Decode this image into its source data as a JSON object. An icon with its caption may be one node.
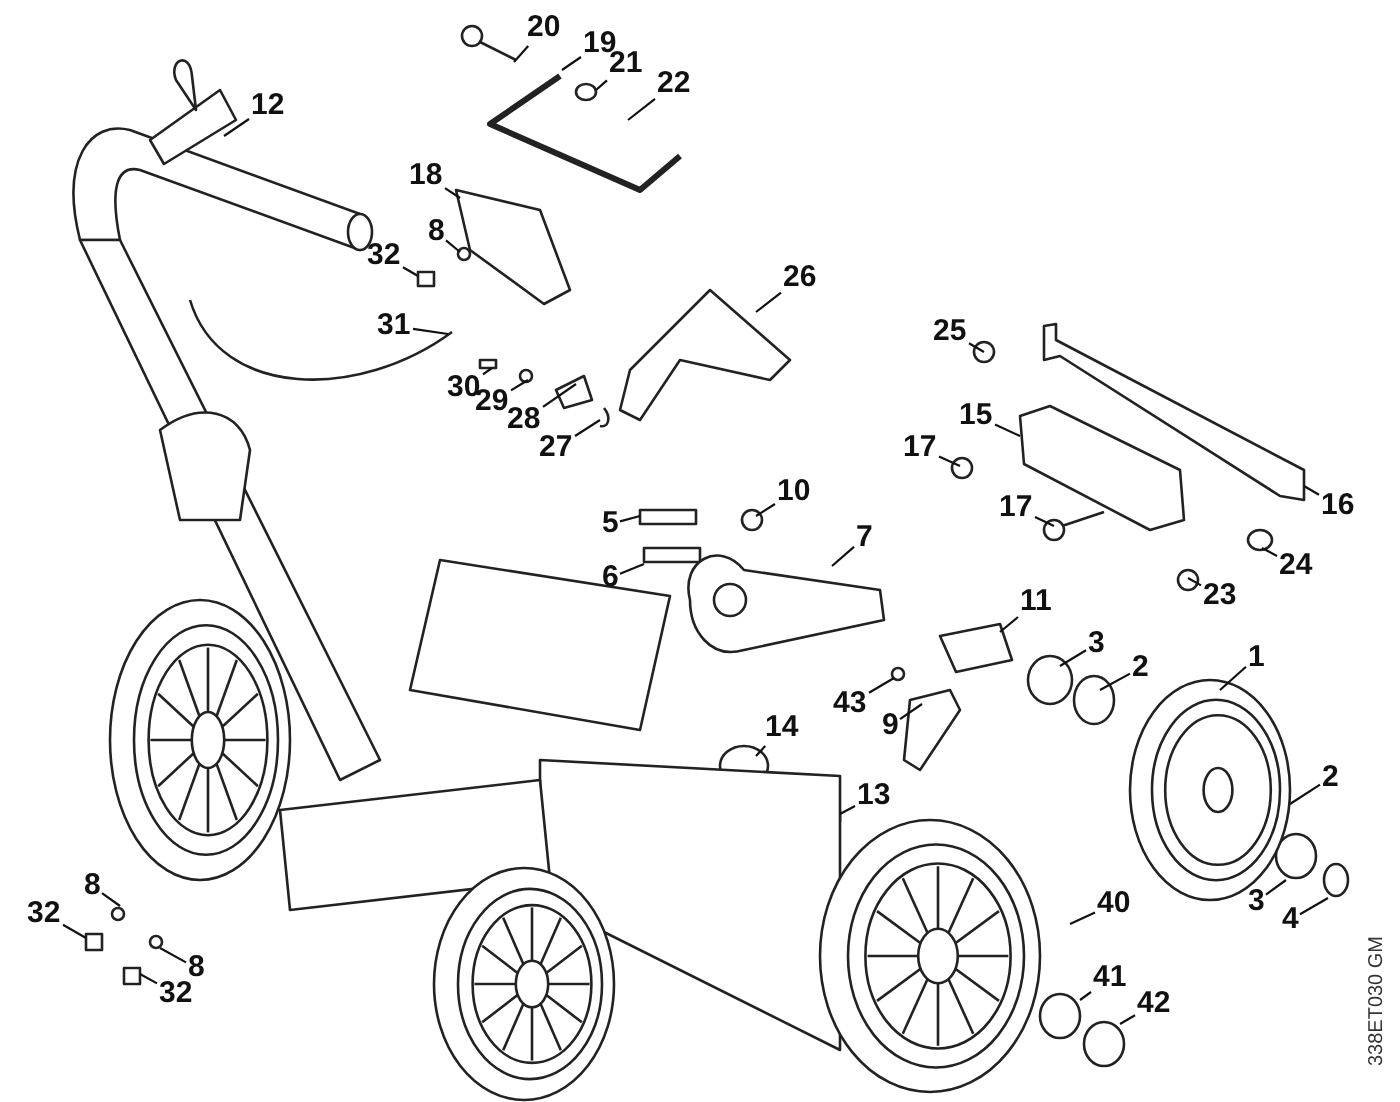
{
  "diagram": {
    "nodes": [
      {
        "text": [
          "20"
        ]
      },
      {
        "text": [
          "19"
        ]
      },
      {
        "text": [
          "21"
        ]
      },
      {
        "text": [
          "22"
        ]
      },
      {
        "text": [
          "12"
        ]
      },
      {
        "text": [
          "18"
        ]
      },
      {
        "text": [
          "32"
        ]
      },
      {
        "text": [
          "8"
        ]
      },
      {
        "text": [
          "26"
        ]
      },
      {
        "text": [
          "31"
        ]
      },
      {
        "text": [
          "25"
        ]
      },
      {
        "text": [
          "30"
        ]
      },
      {
        "text": [
          "29"
        ]
      },
      {
        "text": [
          "28"
        ]
      },
      {
        "text": [
          "27"
        ]
      },
      {
        "text": [
          "15"
        ]
      },
      {
        "text": [
          "17"
        ]
      },
      {
        "text": [
          "10"
        ]
      },
      {
        "text": [
          "5"
        ]
      },
      {
        "text": [
          "16"
        ]
      },
      {
        "text": [
          "17"
        ]
      },
      {
        "text": [
          "7"
        ]
      },
      {
        "text": [
          "6"
        ]
      },
      {
        "text": [
          "24"
        ]
      },
      {
        "text": [
          "23"
        ]
      },
      {
        "text": [
          "11"
        ]
      },
      {
        "text": [
          "3"
        ]
      },
      {
        "text": [
          "1"
        ]
      },
      {
        "text": [
          "2"
        ]
      },
      {
        "text": [
          "43"
        ]
      },
      {
        "text": [
          "9"
        ]
      },
      {
        "text": [
          "14"
        ]
      },
      {
        "text": [
          "2"
        ]
      },
      {
        "text": [
          "13"
        ]
      },
      {
        "text": [
          "8"
        ]
      },
      {
        "text": [
          "32"
        ]
      },
      {
        "text": [
          "3"
        ]
      },
      {
        "text": [
          "40"
        ]
      },
      {
        "text": [
          "4"
        ]
      },
      {
        "text": [
          "8"
        ]
      },
      {
        "text": [
          "32"
        ]
      },
      {
        "text": [
          "41"
        ]
      },
      {
        "text": [
          "42"
        ]
      }
    ],
    "edges": [
      {
        "from": 0,
        "to": null,
        "arrow": "none"
      },
      {
        "from": 1,
        "to": null,
        "arrow": "none"
      },
      {
        "from": 2,
        "to": null,
        "arrow": "none"
      },
      {
        "from": 3,
        "to": null,
        "arrow": "none"
      },
      {
        "from": 4,
        "to": null,
        "arrow": "none"
      },
      {
        "from": 5,
        "to": null,
        "arrow": "none"
      },
      {
        "from": 6,
        "to": null,
        "arrow": "none"
      },
      {
        "from": 7,
        "to": null,
        "arrow": "none"
      },
      {
        "from": 8,
        "to": null,
        "arrow": "none"
      },
      {
        "from": 9,
        "to": null,
        "arrow": "none"
      },
      {
        "from": 10,
        "to": null,
        "arrow": "none"
      },
      {
        "from": 11,
        "to": null,
        "arrow": "none"
      },
      {
        "from": 12,
        "to": null,
        "arrow": "none"
      },
      {
        "from": 13,
        "to": null,
        "arrow": "none"
      },
      {
        "from": 14,
        "to": null,
        "arrow": "none"
      },
      {
        "from": 15,
        "to": null,
        "arrow": "none"
      },
      {
        "from": 16,
        "to": null,
        "arrow": "none"
      },
      {
        "from": 17,
        "to": null,
        "arrow": "none"
      },
      {
        "from": 18,
        "to": null,
        "arrow": "none"
      },
      {
        "from": 19,
        "to": null,
        "arrow": "none"
      },
      {
        "from": 20,
        "to": null,
        "arrow": "none"
      },
      {
        "from": 21,
        "to": null,
        "arrow": "none"
      },
      {
        "from": 22,
        "to": null,
        "arrow": "none"
      },
      {
        "from": 23,
        "to": null,
        "arrow": "none"
      },
      {
        "from": 24,
        "to": null,
        "arrow": "none"
      },
      {
        "from": 25,
        "to": null,
        "arrow": "none"
      },
      {
        "from": 26,
        "to": null,
        "arrow": "none"
      },
      {
        "from": 27,
        "to": null,
        "arrow": "none"
      },
      {
        "from": 28,
        "to": null,
        "arrow": "none"
      },
      {
        "from": 29,
        "to": null,
        "arrow": "none"
      },
      {
        "from": 30,
        "to": null,
        "arrow": "none"
      },
      {
        "from": 31,
        "to": null,
        "arrow": "none"
      },
      {
        "from": 32,
        "to": null,
        "arrow": "none"
      },
      {
        "from": 33,
        "to": null,
        "arrow": "none"
      },
      {
        "from": 34,
        "to": null,
        "arrow": "none"
      },
      {
        "from": 35,
        "to": null,
        "arrow": "none"
      },
      {
        "from": 36,
        "to": null,
        "arrow": "none"
      },
      {
        "from": 37,
        "to": null,
        "arrow": "none"
      },
      {
        "from": 38,
        "to": null,
        "arrow": "none"
      },
      {
        "from": 39,
        "to": null,
        "arrow": "none"
      },
      {
        "from": 40,
        "to": null,
        "arrow": "none"
      },
      {
        "from": 41,
        "to": null,
        "arrow": "none"
      },
      {
        "from": 42,
        "to": null,
        "arrow": "none"
      }
    ],
    "labels": [
      "338ET030 GM"
    ]
  }
}
